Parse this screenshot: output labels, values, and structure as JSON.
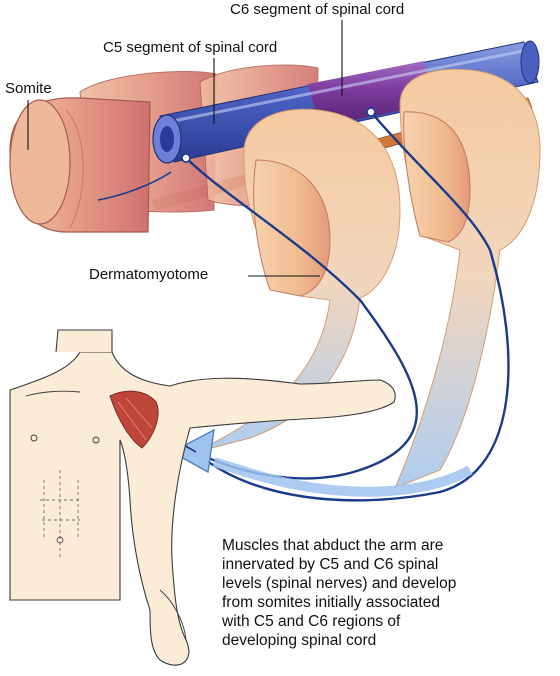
{
  "labels": {
    "c6": "C6 segment of spinal cord",
    "c5": "C5 segment of spinal cord",
    "somite": "Somite",
    "dermatomyotome": "Dermatomyotome"
  },
  "caption": [
    "Muscles that abduct the arm are",
    "innervated by C5 and C6 spinal",
    "levels (spinal nerves) and develop",
    "from somites initially associated",
    "with C5 and C6 regions of",
    "developing spinal cord"
  ],
  "colors": {
    "c5_segment": "#4a5fc0",
    "c6_segment": "#7a3a9c",
    "somite": "#e7a48c",
    "dermatomyotome": "#f3c79c",
    "nerve": "#1a3a8c",
    "notochord": "#c8661f",
    "skin": "#fbecd8",
    "muscle": "#c0463a",
    "arrow": "#9fc3ee"
  }
}
